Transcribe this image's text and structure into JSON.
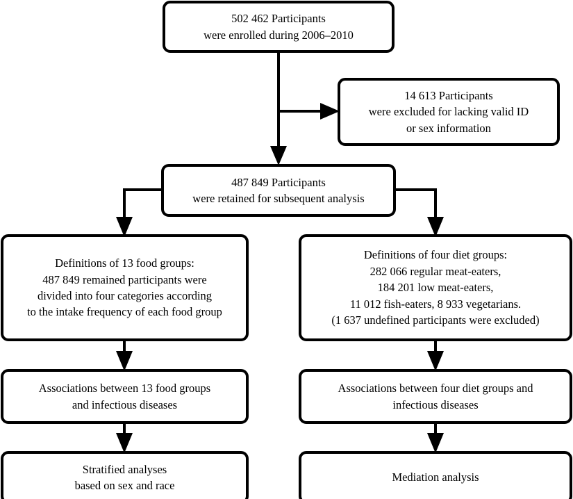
{
  "figure": {
    "type": "flowchart",
    "title": "Participant selection and analysis flow diagram",
    "background_color": "#ffffff",
    "line_color": "#000000",
    "box_fill": "#ffffff"
  },
  "nodes": [
    {
      "id": "enrolled",
      "name": "enrolled-participants-box",
      "lines": [
        "502 462 Participants",
        "were enrolled during 2006–2010"
      ]
    },
    {
      "id": "excluded",
      "name": "excluded-participants-box",
      "lines": [
        "14 613 Participants",
        "were excluded for lacking valid ID",
        "or sex information"
      ]
    },
    {
      "id": "retained",
      "name": "retained-participants-box",
      "lines": [
        "487 849 Participants",
        "were retained for subsequent analysis"
      ]
    },
    {
      "id": "food-groups",
      "name": "food-groups-definition-box",
      "lines": [
        "Definitions of 13 food groups:",
        "487 849 remained participants were",
        "divided into four categories according",
        "to the intake frequency of each food group"
      ]
    },
    {
      "id": "diet-groups",
      "name": "diet-groups-definition-box",
      "lines": [
        "Definitions of four diet groups:",
        "282 066 regular meat-eaters,",
        "184 201 low meat-eaters,",
        "11 012 fish-eaters, 8 933 vegetarians.",
        "(1 637 undefined participants were excluded)"
      ]
    },
    {
      "id": "assoc-food",
      "name": "associations-food-groups-box",
      "lines": [
        "Associations between 13 food groups",
        "and infectious diseases"
      ]
    },
    {
      "id": "assoc-diet",
      "name": "associations-diet-groups-box",
      "lines": [
        "Associations between four diet groups and",
        "infectious diseases"
      ]
    },
    {
      "id": "stratified",
      "name": "stratified-analyses-box",
      "lines": [
        "Stratified analyses",
        "based on sex and race"
      ]
    },
    {
      "id": "mediation",
      "name": "mediation-analysis-box",
      "lines": [
        "Mediation analysis"
      ]
    }
  ],
  "edges": [
    {
      "name": "edge-enrolled-to-retained",
      "from": "enrolled",
      "to": "retained",
      "direction": "down"
    },
    {
      "name": "edge-enrolled-to-excluded",
      "from": "enrolled",
      "to": "excluded",
      "direction": "right"
    },
    {
      "name": "edge-retained-to-food-groups",
      "from": "retained",
      "to": "food-groups",
      "direction": "down-left"
    },
    {
      "name": "edge-retained-to-diet-groups",
      "from": "retained",
      "to": "diet-groups",
      "direction": "down-right"
    },
    {
      "name": "edge-food-groups-to-assoc-food",
      "from": "food-groups",
      "to": "assoc-food",
      "direction": "down"
    },
    {
      "name": "edge-diet-groups-to-assoc-diet",
      "from": "diet-groups",
      "to": "assoc-diet",
      "direction": "down"
    },
    {
      "name": "edge-assoc-food-to-stratified",
      "from": "assoc-food",
      "to": "stratified",
      "direction": "down"
    },
    {
      "name": "edge-assoc-diet-to-mediation",
      "from": "assoc-diet",
      "to": "mediation",
      "direction": "down"
    }
  ]
}
